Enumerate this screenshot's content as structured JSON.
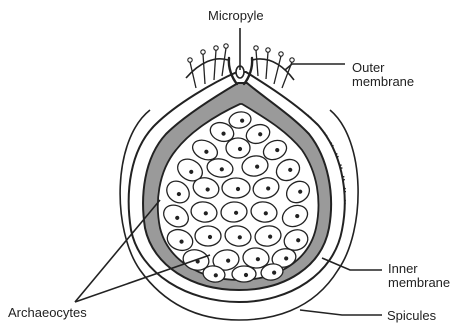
{
  "diagram": {
    "labels": {
      "micropyle": "Micropyle",
      "outer_membrane": [
        "Outer",
        "membrane"
      ],
      "inner_membrane": [
        "Inner",
        "membrane"
      ],
      "archaeocytes": "Archaeocytes",
      "spicules": "Spicules"
    },
    "colors": {
      "line": "#222222",
      "membrane_fill": "#9a9a9a",
      "cell_fill": "#ffffff",
      "background": "#ffffff"
    }
  }
}
